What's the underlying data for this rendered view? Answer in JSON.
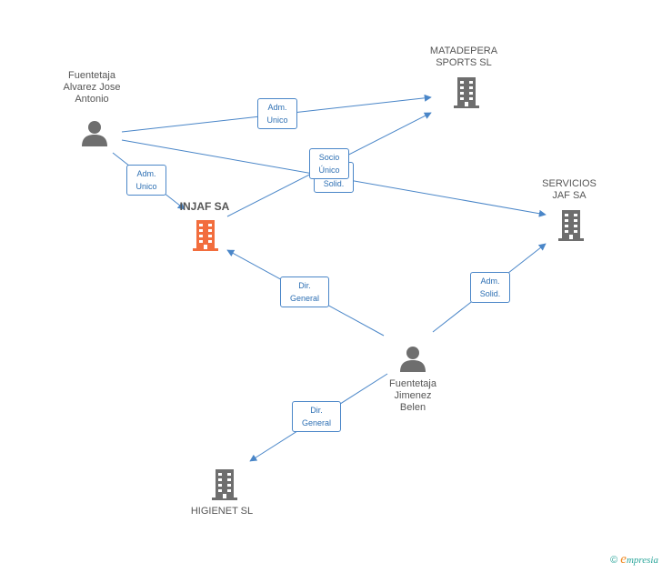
{
  "colors": {
    "edge": "#4a86c8",
    "person_icon": "#6e6e6e",
    "company_icon": "#6e6e6e",
    "main_company_icon": "#f26d3d"
  },
  "nodes": {
    "fuentetaja_alvarez": {
      "label": "Fuentetaja\nAlvarez Jose\nAntonio",
      "type": "person"
    },
    "matadepera": {
      "label": "MATADEPERA\nSPORTS SL",
      "type": "company"
    },
    "servicios_jaf": {
      "label": "SERVICIOS\nJAF SA",
      "type": "company"
    },
    "injaf": {
      "label": "INJAF SA",
      "type": "main-company"
    },
    "fuentetaja_jimenez": {
      "label": "Fuentetaja\nJimenez\nBelen",
      "type": "person"
    },
    "higienet": {
      "label": "HIGIENET SL",
      "type": "company"
    }
  },
  "edges": [
    {
      "from": "fuentetaja_alvarez",
      "to": "matadepera",
      "label": "Adm.\nUnico"
    },
    {
      "from": "fuentetaja_alvarez",
      "to": "servicios_jaf",
      "label": "Adm.\nSolid."
    },
    {
      "from": "fuentetaja_alvarez",
      "to": "injaf",
      "label": "Adm.\nUnico"
    },
    {
      "from": "injaf",
      "to": "matadepera",
      "label": "Socio\nÚnico"
    },
    {
      "from": "fuentetaja_jimenez",
      "to": "injaf",
      "label": "Dir.\nGeneral"
    },
    {
      "from": "fuentetaja_jimenez",
      "to": "servicios_jaf",
      "label": "Adm.\nSolid."
    },
    {
      "from": "fuentetaja_jimenez",
      "to": "higienet",
      "label": "Dir.\nGeneral"
    }
  ],
  "footer": {
    "copyright": "©",
    "brand_e": "e",
    "brand_rest": "mpresia"
  }
}
